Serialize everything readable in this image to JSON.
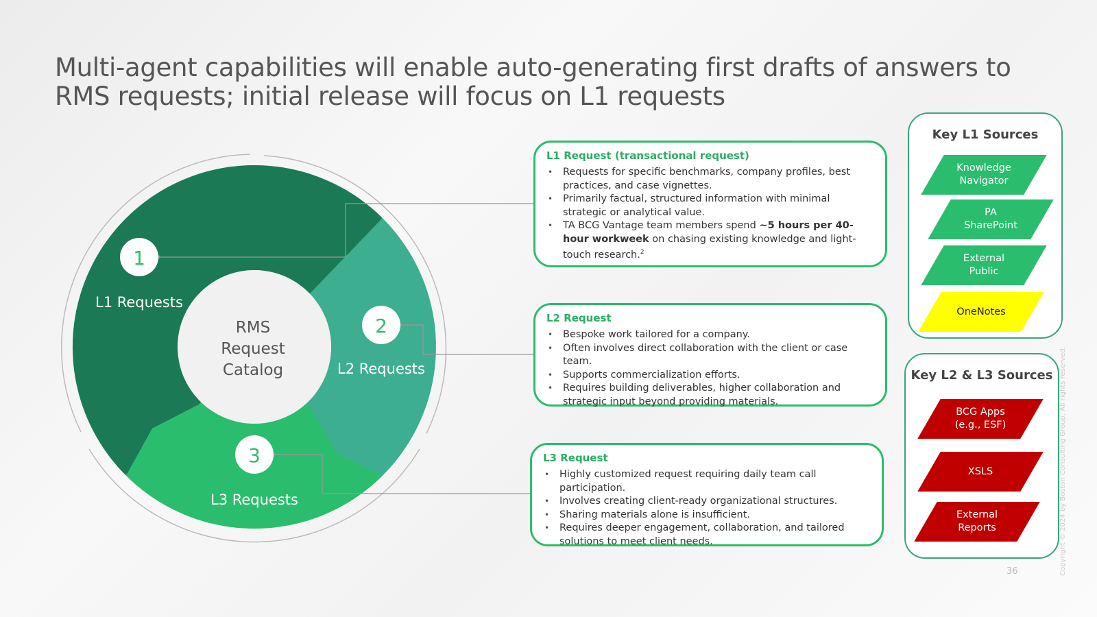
{
  "title": "Multi-agent capabilities will enable auto-generating first drafts of answers to RMS requests; initial release will focus on L1 requests",
  "cycle": {
    "center": "RMS\nRequest\nCatalog",
    "center_lines": [
      "RMS",
      "Request",
      "Catalog"
    ],
    "segments": [
      {
        "num": "1",
        "label": "L1 Requests",
        "color": "#1b7a55"
      },
      {
        "num": "2",
        "label": "L2 Requests",
        "color": "#3dae90"
      },
      {
        "num": "3",
        "label": "L3 Requests",
        "color": "#2bbd6e"
      }
    ]
  },
  "l1": {
    "title": "L1 Request (transactional request)",
    "items": [
      "Requests for specific benchmarks, company profiles, best practices, and case vignettes.",
      "Primarily factual, structured information with minimal strategic or analytical value."
    ],
    "item3_pre": "TA BCG Vantage team members spend ",
    "item3_bold": "~5 hours per 40-hour workweek",
    "item3_post": " on chasing existing knowledge and light-touch research.",
    "item3_sup": "2"
  },
  "l2": {
    "title": "L2 Request",
    "items": [
      "Bespoke work tailored for a company.",
      "Often involves direct collaboration with the client or case team.",
      "Supports commercialization efforts.",
      "Requires building deliverables, higher collaboration and strategic input beyond providing materials."
    ]
  },
  "l3": {
    "title": "L3 Request",
    "items": [
      "Highly customized request requiring daily team call participation.",
      "Involves creating client-ready organizational structures.",
      "Sharing materials alone is insufficient.",
      "Requires deeper engagement, collaboration, and tailored solutions to meet client needs."
    ]
  },
  "key_l1": {
    "title": "Key L1 Sources",
    "items": [
      {
        "label": "Knowledge Navigator",
        "color": "#2bbd6e"
      },
      {
        "label": "PA SharePoint",
        "color": "#2bbd6e"
      },
      {
        "label": "External Public",
        "color": "#2bbd6e"
      },
      {
        "label": "OneNotes",
        "color": "#ffff00"
      }
    ]
  },
  "key_l23": {
    "title": "Key L2 & L3 Sources",
    "items": [
      {
        "label": "BCG Apps (e.g., ESF)",
        "color": "#c00000"
      },
      {
        "label": "XSLS",
        "color": "#c00000"
      },
      {
        "label": "External Reports",
        "color": "#c00000"
      }
    ]
  },
  "page_number": "36",
  "copyright": "Copyright © 2024 by Boston Consulting Group. All rights reserved."
}
